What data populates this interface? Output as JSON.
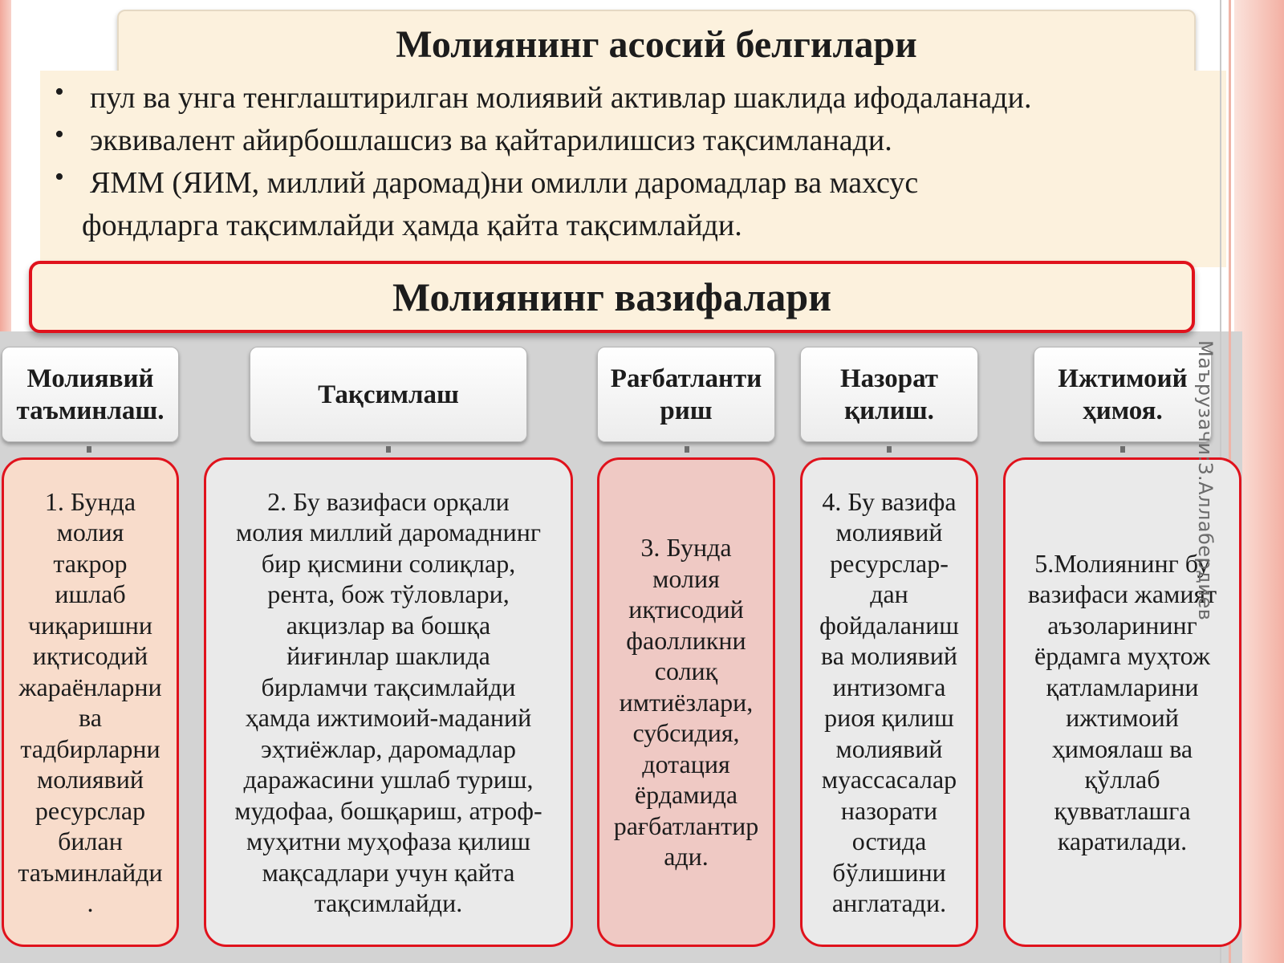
{
  "slide": {
    "title": "Молиянинг асосий белгилари",
    "bullets": [
      "пул ва унга тенглаштирилган молиявий активлар шаклида ифодаланади.",
      "эквивалент айирбошлашсиз ва қайтарилишсиз тақсимланади.",
      "ЯММ (ЯИМ, миллий даромад)ни омилли даромадлар ва махсус",
      "фондларга тақсимлайди ҳамда қайта тақсимлайди."
    ],
    "bullet_marker": "•",
    "functions_title": "Молиянинг вазифалари",
    "vertical_caption": "Маърузачи:З.Аллабердиев"
  },
  "diagram": {
    "headers": [
      [
        "Молиявий",
        "таъминлаш."
      ],
      [
        "Тақсимлаш"
      ],
      [
        "Рағбатланти",
        "риш"
      ],
      [
        "Назорат",
        "қилиш."
      ],
      [
        "Ижтимоий",
        "ҳимоя."
      ]
    ],
    "boxes": [
      [
        "1. Бунда",
        "молия",
        "такрор",
        "ишлаб",
        "чиқаришни",
        "иқтисодий",
        "жараёнларни",
        "ва",
        "тадбирларни",
        "молиявий",
        "ресурслар",
        "билан",
        "таъминлайди",
        "."
      ],
      [
        "2. Бу вазифаси орқали",
        "молия миллий даромаднинг",
        "бир қисмини солиқлар,",
        "рента, бож тўловлари,",
        "акцизлар ва бошқа",
        "йиғинлар шаклида",
        "бирламчи тақсимлайди",
        "ҳамда ижтимоий-маданий",
        "эҳтиёжлар, даромадлар",
        "даражасини ушлаб туриш,",
        "мудофаа, бошқариш, атроф-",
        "муҳитни муҳофаза қилиш",
        "мақсадлари учун қайта",
        "тақсимлайди."
      ],
      [
        "3. Бунда",
        "молия",
        "иқтисодий",
        "фаолликни",
        "солиқ",
        "имтиёзлари,",
        "субсидия,",
        "дотация",
        "ёрдамида",
        "рағбатлантир",
        "ади."
      ],
      [
        "4. Бу вазифа",
        "молиявий",
        "ресурслар-",
        "дан",
        "фойдаланиш",
        "ва молиявий",
        "интизомга",
        "риоя қилиш",
        "молиявий",
        "муассасалар",
        "назорати",
        "остида",
        "бўлишини",
        "англатади."
      ],
      [
        "5.Молиянинг бу",
        "вазифаси жамият",
        "аъзоларининг",
        "ёрдамга муҳтож",
        "қатламларини",
        "ижтимоий",
        "ҳимоялаш ва",
        "қўллаб",
        "қувватлашга",
        "каратилади."
      ]
    ]
  },
  "colors": {
    "accent_red": "#e0121c",
    "cream": "#fcf1dd",
    "peach": "#f8dccb",
    "pink": "#efc9c4",
    "light_grey": "#eaeaea",
    "diagram_grey": "#d3d3d3"
  }
}
